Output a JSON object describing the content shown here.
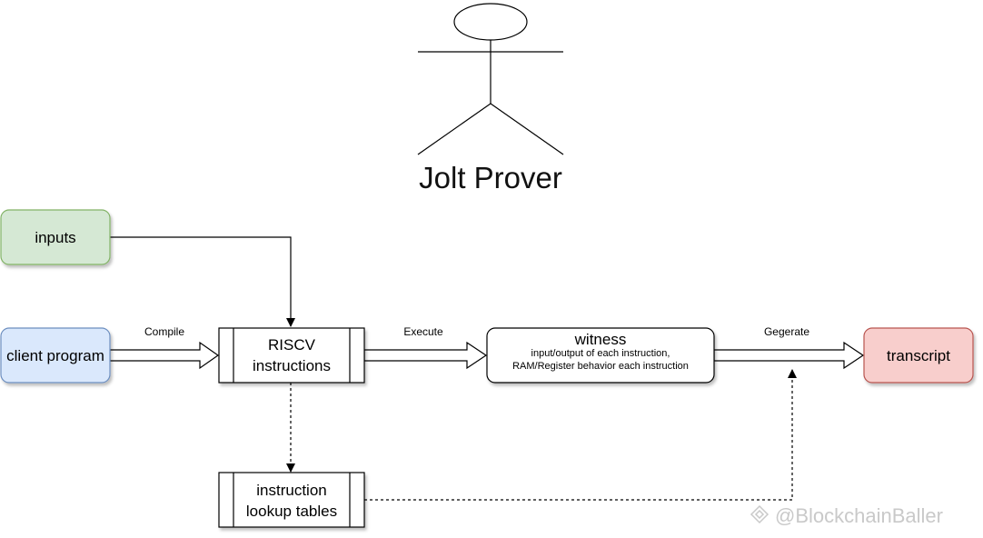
{
  "actor": {
    "title": "Jolt Prover"
  },
  "nodes": {
    "inputs": "inputs",
    "client_program": "client program",
    "riscv_line1": "RISCV",
    "riscv_line2": "instructions",
    "witness_title": "witness",
    "witness_line1": "input/output of each instruction,",
    "witness_line2": "RAM/Register behavior each instruction",
    "transcript": "transcript",
    "lookup_line1": "instruction",
    "lookup_line2": "lookup tables"
  },
  "edges": {
    "compile": "Compile",
    "execute": "Execute",
    "generate": "Gegerate"
  },
  "watermark": "@BlockchainBaller",
  "colors": {
    "inputs_fill": "#d5e8d4",
    "inputs_stroke": "#82b366",
    "client_fill": "#dae8fc",
    "client_stroke": "#6c8ebf",
    "transcript_fill": "#f8cecc",
    "transcript_stroke": "#b85450"
  }
}
